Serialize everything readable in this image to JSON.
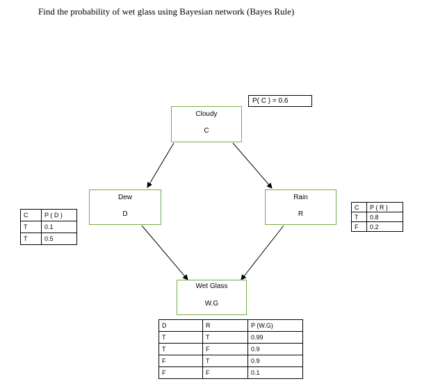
{
  "title": "Find the probability of wet glass using Bayesian network (Bayes Rule)",
  "prior": "P( C ) = 0.6",
  "nodes": {
    "cloudy": {
      "name": "Cloudy",
      "abbr": "C"
    },
    "dew": {
      "name": "Dew",
      "abbr": "D"
    },
    "rain": {
      "name": "Rain",
      "abbr": "R"
    },
    "wetglass": {
      "name": "Wet Glass",
      "abbr": "W.G"
    }
  },
  "dew_table": {
    "headers": [
      "C",
      "P ( D )"
    ],
    "rows": [
      [
        "T",
        "0.1"
      ],
      [
        "T",
        "0.5"
      ]
    ]
  },
  "rain_table": {
    "headers": [
      "C",
      "P ( R )"
    ],
    "rows": [
      [
        "T",
        "0.8"
      ],
      [
        "F",
        "0.2"
      ]
    ]
  },
  "wg_table": {
    "headers": [
      "D",
      "R",
      "P (W.G)"
    ],
    "rows": [
      [
        "T",
        "T",
        "0.99"
      ],
      [
        "T",
        "F",
        "0.9"
      ],
      [
        "F",
        "T",
        "0.9"
      ],
      [
        "F",
        "F",
        "0.1"
      ]
    ]
  }
}
